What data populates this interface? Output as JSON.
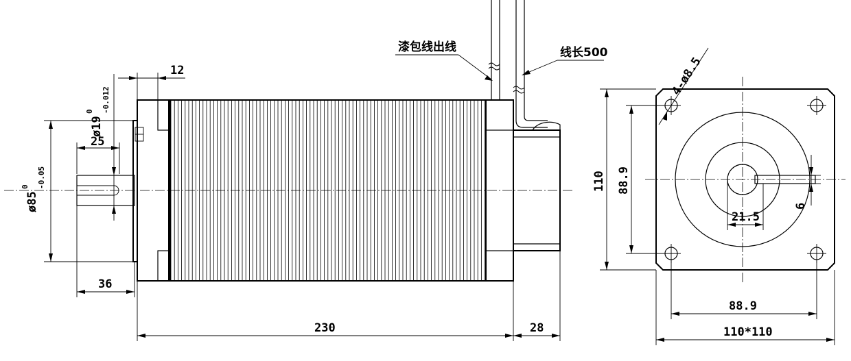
{
  "dimensions": {
    "d12": "12",
    "d19_main": "ø19",
    "d19_tol_upper": "0",
    "d19_tol_lower": "-0.012",
    "d25": "25",
    "d85_main": "ø85",
    "d85_tol_upper": "0",
    "d85_tol_lower": "-0.05",
    "d36": "36",
    "d230": "230",
    "d28": "28",
    "d110": "110",
    "d88_9_vertical": "88.9",
    "d21_5": "21.5",
    "d6": "6",
    "d88_9_horizontal": "88.9",
    "d110x110": "110*110",
    "d4_holes": "4-ø8.5"
  },
  "notes": {
    "enameled_wire_outlet": "漆包线出线",
    "lead_length": "线长500"
  }
}
